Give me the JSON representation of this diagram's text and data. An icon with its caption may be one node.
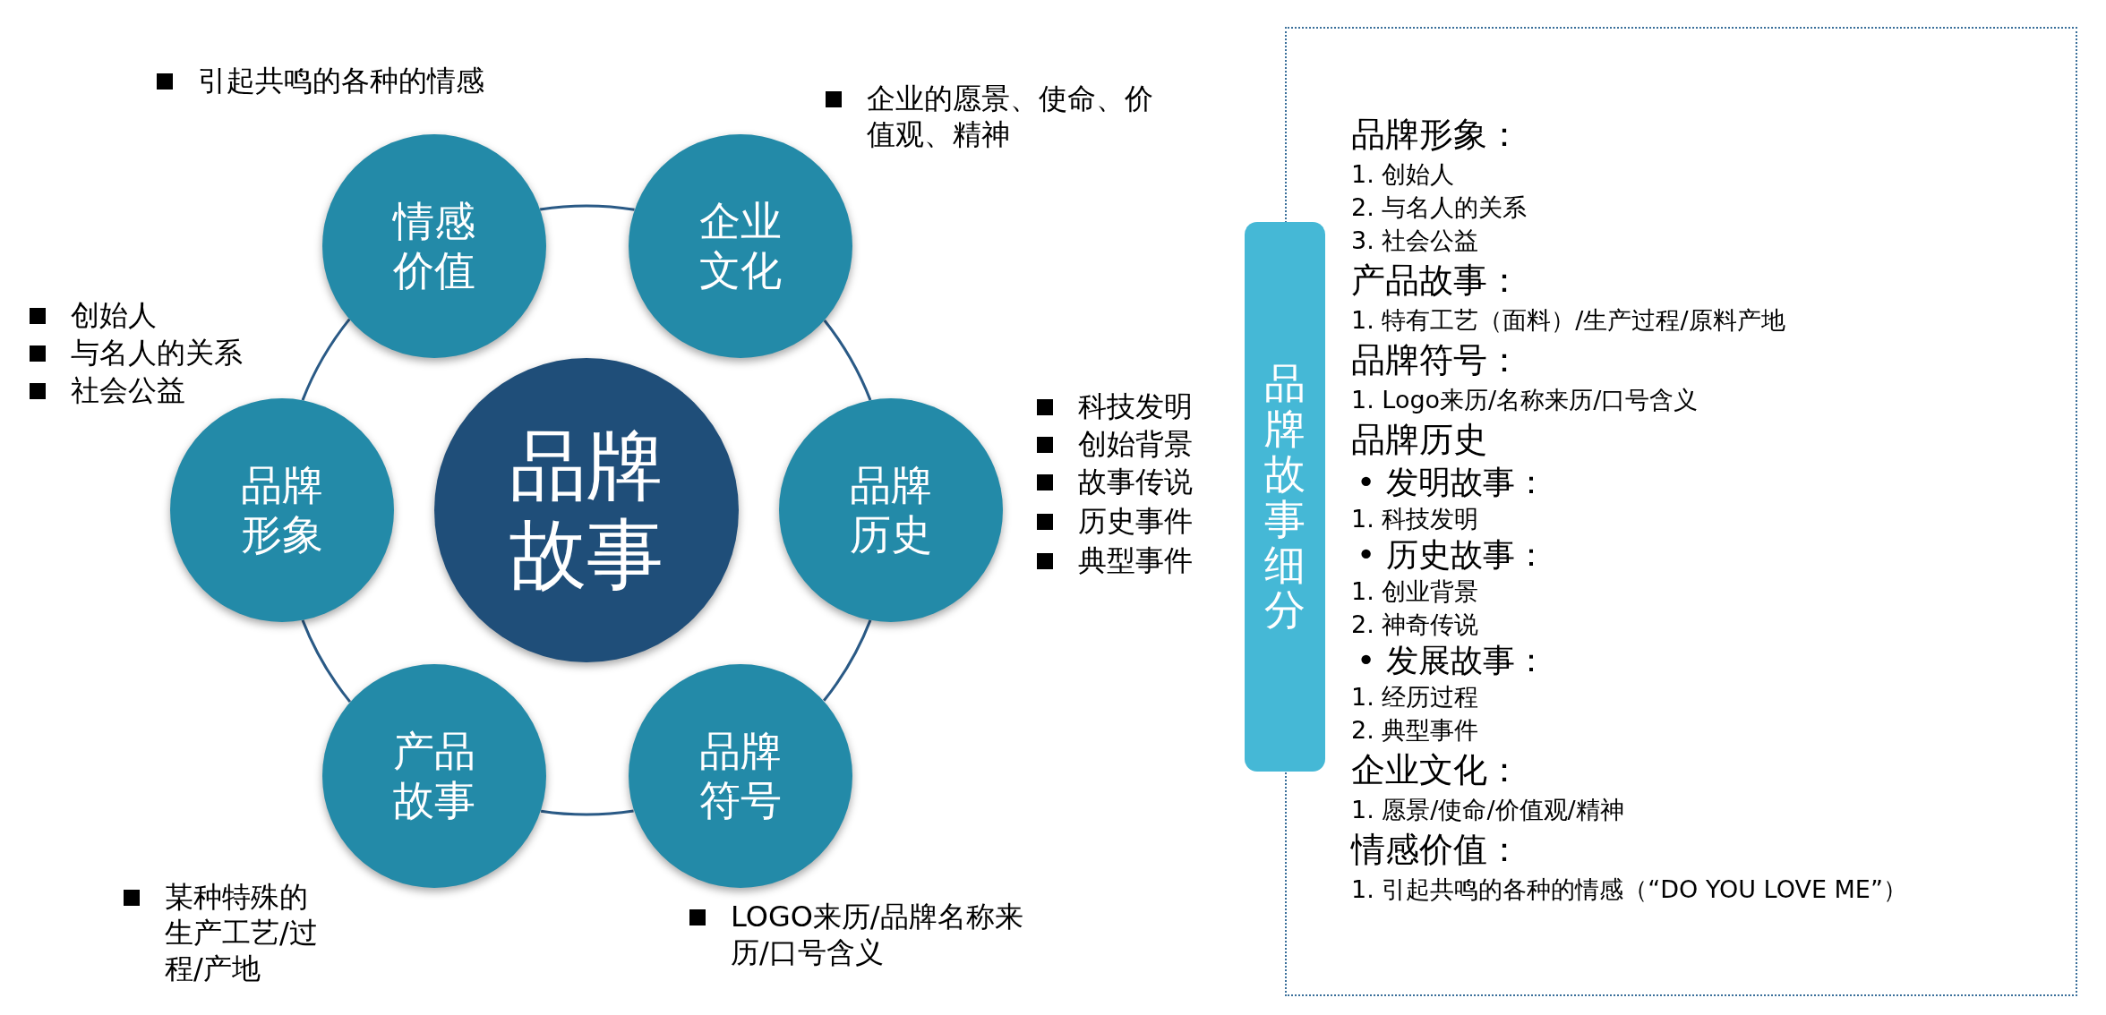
{
  "diagram": {
    "nodes": [
      {
        "text": [
          "情感价值"
        ]
      },
      {
        "text": [
          "企业文化"
        ]
      },
      {
        "text": [
          "品牌形象"
        ]
      },
      {
        "text": [
          "品牌故事"
        ]
      },
      {
        "text": [
          "品牌历史"
        ]
      },
      {
        "text": [
          "产品故事"
        ]
      },
      {
        "text": [
          "品牌符号"
        ]
      },
      {
        "text": [
          "品牌故事细分"
        ]
      },
      {
        "text": [
          "品牌形象：",
          "1. 创始人",
          "2. 与名人的关系",
          "3. 社会公益",
          "产品故事：",
          "1. 特有工艺（面料）/生产过程/原料产地",
          "品牌符号：",
          "1. Logo来历/名称来历/口号含义",
          "品牌历史",
          "• 发明故事：",
          "1. 科技发明",
          "• 历史故事：",
          "1. 创业背景",
          "2. 神奇传说",
          "• 发展故事：",
          "1. 经历过程",
          "2. 典型事件",
          "企业文化：",
          "1. 愿景/使命/价值观/精神",
          "情感价值：",
          "1. 引起共鸣的各种的情感（“DO YOU LOVE ME”）"
        ]
      }
    ],
    "edges": [
      {
        "from": 0,
        "to": 1,
        "arrow": "none"
      },
      {
        "from": 1,
        "to": 4,
        "arrow": "none"
      },
      {
        "from": 4,
        "to": 6,
        "arrow": "none"
      },
      {
        "from": 6,
        "to": 5,
        "arrow": "none"
      },
      {
        "from": 5,
        "to": 2,
        "arrow": "none"
      },
      {
        "from": 2,
        "to": 0,
        "arrow": "none"
      }
    ],
    "labels": [
      "引起共鸣的各种的情感",
      "企业的愿景、使命、价值观、精神",
      "创始人",
      "与名人的关系",
      "社会公益",
      "科技发明",
      "创始背景",
      "故事传说",
      "历史事件",
      "典型事件",
      "某种特殊的生产工艺/过程/产地",
      "LOGO来历/品牌名称来历/口号含义"
    ]
  }
}
